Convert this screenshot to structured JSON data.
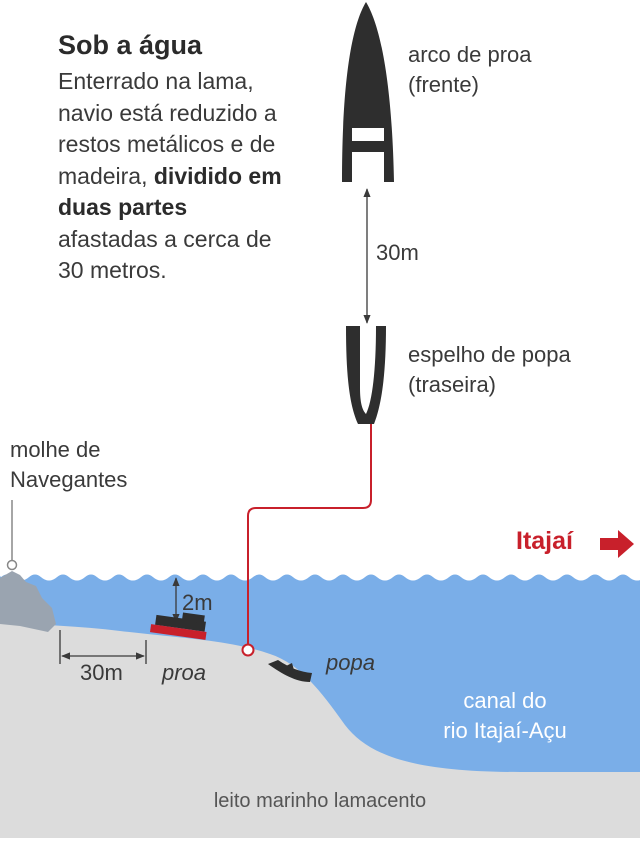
{
  "header": {
    "title": "Sob a água",
    "desc_1": "Enterrado na lama, navio está reduzido a restos metálicos e de madeira, ",
    "desc_bold": "dividido em duas partes",
    "desc_2": " afastadas a cerca de 30 metros."
  },
  "top_view": {
    "bow_label_1": "arco de proa",
    "bow_label_2": "(frente)",
    "distance": "30m",
    "stern_label_1": "espelho de popa",
    "stern_label_2": "(traseira)"
  },
  "section": {
    "jetty_label_1": "molhe de",
    "jetty_label_2": "Navegantes",
    "direction": "Itajaí",
    "depth": "2m",
    "distance": "30m",
    "bow": "proa",
    "stern": "popa",
    "channel_1": "canal do",
    "channel_2": "rio Itajaí-Açu",
    "seabed": "leito marinho lamacento"
  },
  "colors": {
    "water": "#7aaee8",
    "seabed": "#dcdcdc",
    "accent": "#c8202b",
    "hull": "#2e2e2e"
  }
}
